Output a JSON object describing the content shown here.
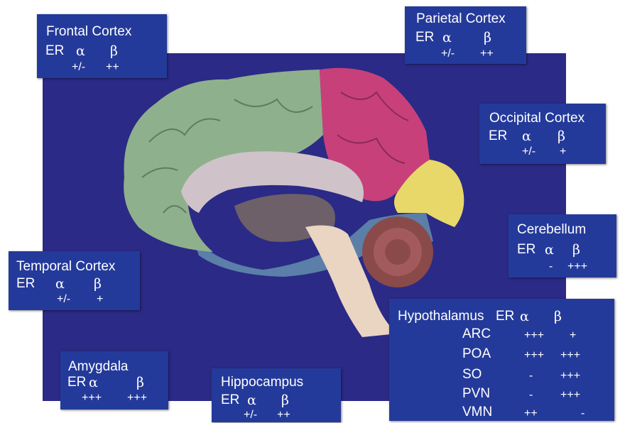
{
  "colors": {
    "background_panel": "#2b2a86",
    "label_box": "#243a9a",
    "frontal": "#8fb08c",
    "parietal": "#c8407a",
    "occipital": "#e8d86a",
    "temporal": "#5b7fa8",
    "cerebellum": "#8a4a4a"
  },
  "er_label": "ER",
  "alpha": "α",
  "beta": "β",
  "regions": {
    "frontal": {
      "name": "Frontal Cortex",
      "alpha": "+/-",
      "beta": "++"
    },
    "parietal": {
      "name": "Parietal Cortex",
      "alpha": "+/-",
      "beta": "++"
    },
    "occipital": {
      "name": "Occipital Cortex",
      "alpha": "+/-",
      "beta": "+"
    },
    "cerebellum": {
      "name": "Cerebellum",
      "alpha": "-",
      "beta": "+++"
    },
    "temporal": {
      "name": "Temporal Cortex",
      "alpha": "+/-",
      "beta": "+"
    },
    "amygdala": {
      "name": "Amygdala",
      "alpha": "+++",
      "beta": "+++"
    },
    "hippocampus": {
      "name": "Hippocampus",
      "alpha": "+/-",
      "beta": "++"
    }
  },
  "hypothalamus": {
    "name": "Hypothalamus",
    "nuclei": [
      {
        "name": "ARC",
        "alpha": "+++",
        "beta": "+"
      },
      {
        "name": "POA",
        "alpha": "+++",
        "beta": "+++"
      },
      {
        "name": "SO",
        "alpha": "-",
        "beta": "+++"
      },
      {
        "name": "PVN",
        "alpha": "-",
        "beta": "+++"
      },
      {
        "name": "VMN",
        "alpha": "++",
        "beta": "-"
      }
    ]
  }
}
